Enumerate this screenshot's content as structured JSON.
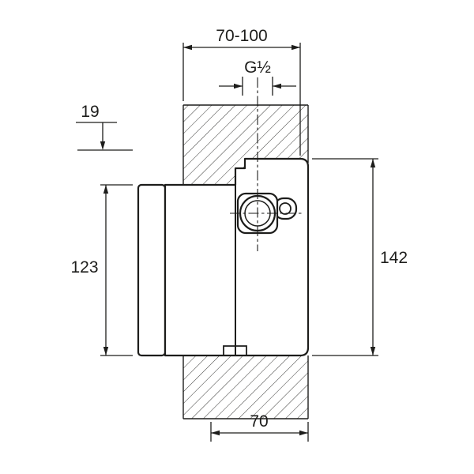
{
  "drawing": {
    "type": "installation-dimension-drawing",
    "subject": "concealed-valve-body-in-wall-section",
    "colors": {
      "line": "#1d1d1b",
      "background": "#ffffff"
    },
    "dimensions": {
      "mounting_depth_range": "70-100",
      "thread_size": "G½",
      "top_offset": "19",
      "front_box_height": "123",
      "body_height": "142",
      "bottom_depth": "70"
    }
  }
}
